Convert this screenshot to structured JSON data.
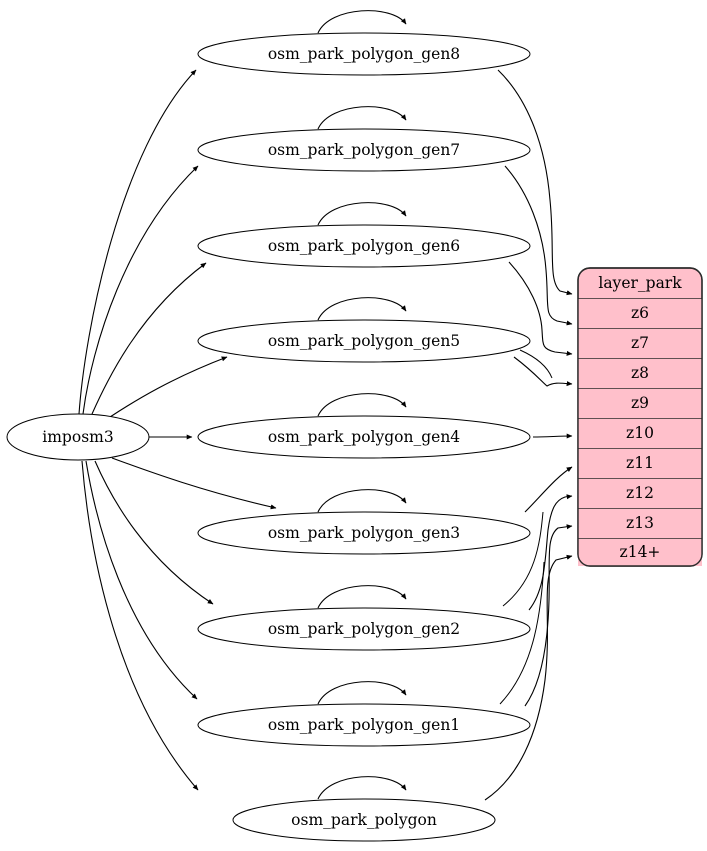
{
  "diagram": {
    "type": "directed-graph",
    "title": "",
    "background": "#ffffff",
    "source_node": {
      "id": "imposm3",
      "label": "imposm3",
      "shape": "ellipse",
      "fill": "#ffffff"
    },
    "table_node": {
      "id": "layer_park",
      "header": "layer_park",
      "fill": "#ffc0cb",
      "border": "#2b2b2b",
      "rows": [
        {
          "id": "z6",
          "label": "z6"
        },
        {
          "id": "z7",
          "label": "z7"
        },
        {
          "id": "z8",
          "label": "z8"
        },
        {
          "id": "z9",
          "label": "z9"
        },
        {
          "id": "z10",
          "label": "z10"
        },
        {
          "id": "z11",
          "label": "z11"
        },
        {
          "id": "z12",
          "label": "z12"
        },
        {
          "id": "z13",
          "label": "z13"
        },
        {
          "id": "z14p",
          "label": "z14+"
        }
      ]
    },
    "table_nodes": [
      {
        "id": "gen8",
        "label": "osm_park_polygon_gen8",
        "shape": "ellipse",
        "self_loop": true,
        "to_row": "z6"
      },
      {
        "id": "gen7",
        "label": "osm_park_polygon_gen7",
        "shape": "ellipse",
        "self_loop": true,
        "to_row": "z7"
      },
      {
        "id": "gen6",
        "label": "osm_park_polygon_gen6",
        "shape": "ellipse",
        "self_loop": true,
        "to_row": "z8"
      },
      {
        "id": "gen5",
        "label": "osm_park_polygon_gen5",
        "shape": "ellipse",
        "self_loop": true,
        "to_row": "z9"
      },
      {
        "id": "gen4",
        "label": "osm_park_polygon_gen4",
        "shape": "ellipse",
        "self_loop": true,
        "to_row": "z10"
      },
      {
        "id": "gen3",
        "label": "osm_park_polygon_gen3",
        "shape": "ellipse",
        "self_loop": true,
        "to_row": "z11"
      },
      {
        "id": "gen2",
        "label": "osm_park_polygon_gen2",
        "shape": "ellipse",
        "self_loop": true,
        "to_row": "z12"
      },
      {
        "id": "gen1",
        "label": "osm_park_polygon_gen1",
        "shape": "ellipse",
        "self_loop": true,
        "to_row": "z13"
      },
      {
        "id": "base",
        "label": "osm_park_polygon",
        "shape": "ellipse",
        "self_loop": true,
        "to_row": "z14p"
      }
    ],
    "edges_from_source": [
      {
        "from": "imposm3",
        "to": "gen8"
      },
      {
        "from": "imposm3",
        "to": "gen7"
      },
      {
        "from": "imposm3",
        "to": "gen6"
      },
      {
        "from": "imposm3",
        "to": "gen5"
      },
      {
        "from": "imposm3",
        "to": "gen4"
      },
      {
        "from": "imposm3",
        "to": "gen3"
      },
      {
        "from": "imposm3",
        "to": "gen2"
      },
      {
        "from": "imposm3",
        "to": "gen1"
      },
      {
        "from": "imposm3",
        "to": "base"
      }
    ]
  }
}
